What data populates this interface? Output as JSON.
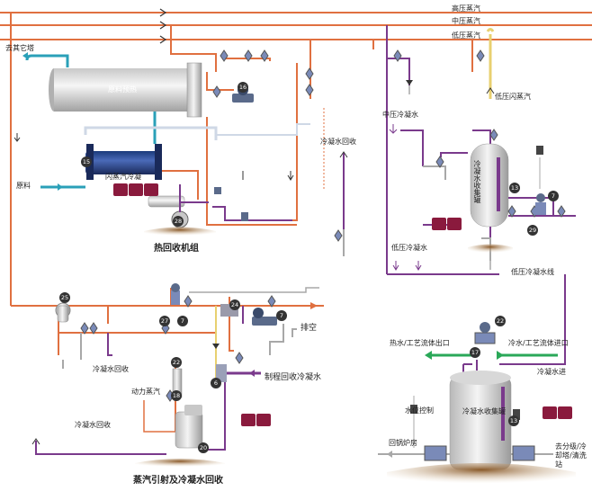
{
  "headers": {
    "high": "高压蒸汽",
    "mid": "中压蒸汽",
    "low": "低压蒸汽"
  },
  "labels": {
    "to_other_tower": "去其它塔",
    "raw_preheat": "原料预热",
    "raw_material": "原料",
    "flash_condensate": "闪蒸汽冷凝",
    "heat_recovery_unit": "热回收机组",
    "condensate_recovery_1": "冷凝水回收",
    "mp_condensate": "中压冷凝水",
    "lp_flash_steam": "低压闪蒸汽",
    "condensate_tank_1": "冷凝水收集罐",
    "lp_condensate": "低压冷凝水",
    "lp_condensate_line": "低压冷凝水线",
    "condensate_recovery_2": "冷凝水回收",
    "vent": "排空",
    "process_condensate": "制程回收冷凝水",
    "motive_steam": "动力蒸汽",
    "condensate_recovery_3": "冷凝水回收",
    "steam_jet_unit": "蒸汽引射及冷凝水回收",
    "hot_process_outlet": "热水/工艺流体出口",
    "cold_process_inlet": "冷水/工艺流体进口",
    "condensate_in": "冷凝水进",
    "condensate_tank_2": "冷凝水收集罐",
    "level_control": "水位控制",
    "return_boiler": "回锅炉房",
    "to_cooling": "去分级/冷却塔/清洗站"
  },
  "numbers": {
    "n15": "15",
    "n16": "16",
    "n13": "13",
    "n7a": "7",
    "n29a": "29",
    "n28": "28",
    "n25": "25",
    "n27": "27",
    "n7b": "7",
    "n24": "24",
    "n7c": "7",
    "n6": "6",
    "n22a": "22",
    "n18": "18",
    "n20": "20",
    "n22b": "22",
    "n17": "17",
    "n13b": "13"
  },
  "colors": {
    "high": "#e07040",
    "mid": "#e07040",
    "low": "#e07040",
    "lowYellow": "#e8d070",
    "purple": "#7a3a8c",
    "blue": "#2aa0b8",
    "green": "#2aa858",
    "gray": "#a8a8a8",
    "brand": "#8a1a3d"
  }
}
